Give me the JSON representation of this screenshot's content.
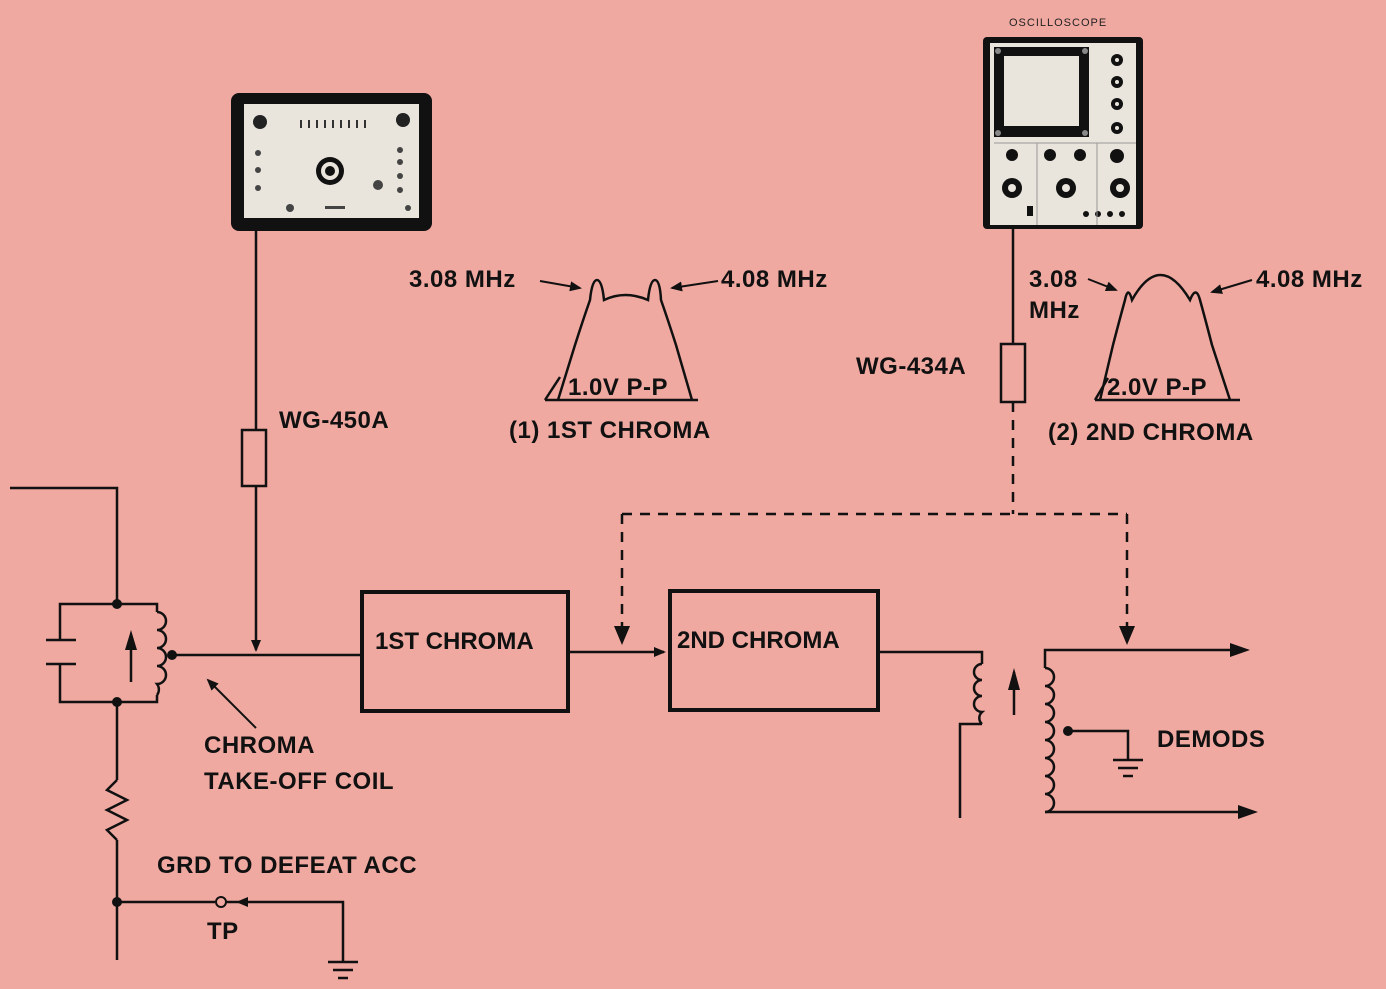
{
  "colors": {
    "background": "#f0a9a1",
    "ink": "#111111",
    "instrument_body": "#e9e4dc"
  },
  "instruments": {
    "generator_cable": "WG-450A",
    "scope_title": "OSCILLOSCOPE",
    "scope_probe": "WG-434A"
  },
  "waveforms": {
    "first": {
      "low_freq": "3.08 MHz",
      "high_freq": "4.08 MHz",
      "amplitude": "1.0V P-P",
      "caption": "(1) 1ST CHROMA"
    },
    "second": {
      "low_freq_line1": "3.08",
      "low_freq_line2": "MHz",
      "high_freq": "4.08 MHz",
      "amplitude": "2.0V P-P",
      "caption": "(2) 2ND CHROMA"
    }
  },
  "blocks": {
    "first_chroma": "1ST CHROMA",
    "second_chroma": "2ND CHROMA"
  },
  "labels": {
    "coil_line1": "CHROMA",
    "coil_line2": "TAKE-OFF  COIL",
    "grd": "GRD TO DEFEAT ACC",
    "tp": "TP",
    "demods": "DEMODS"
  }
}
